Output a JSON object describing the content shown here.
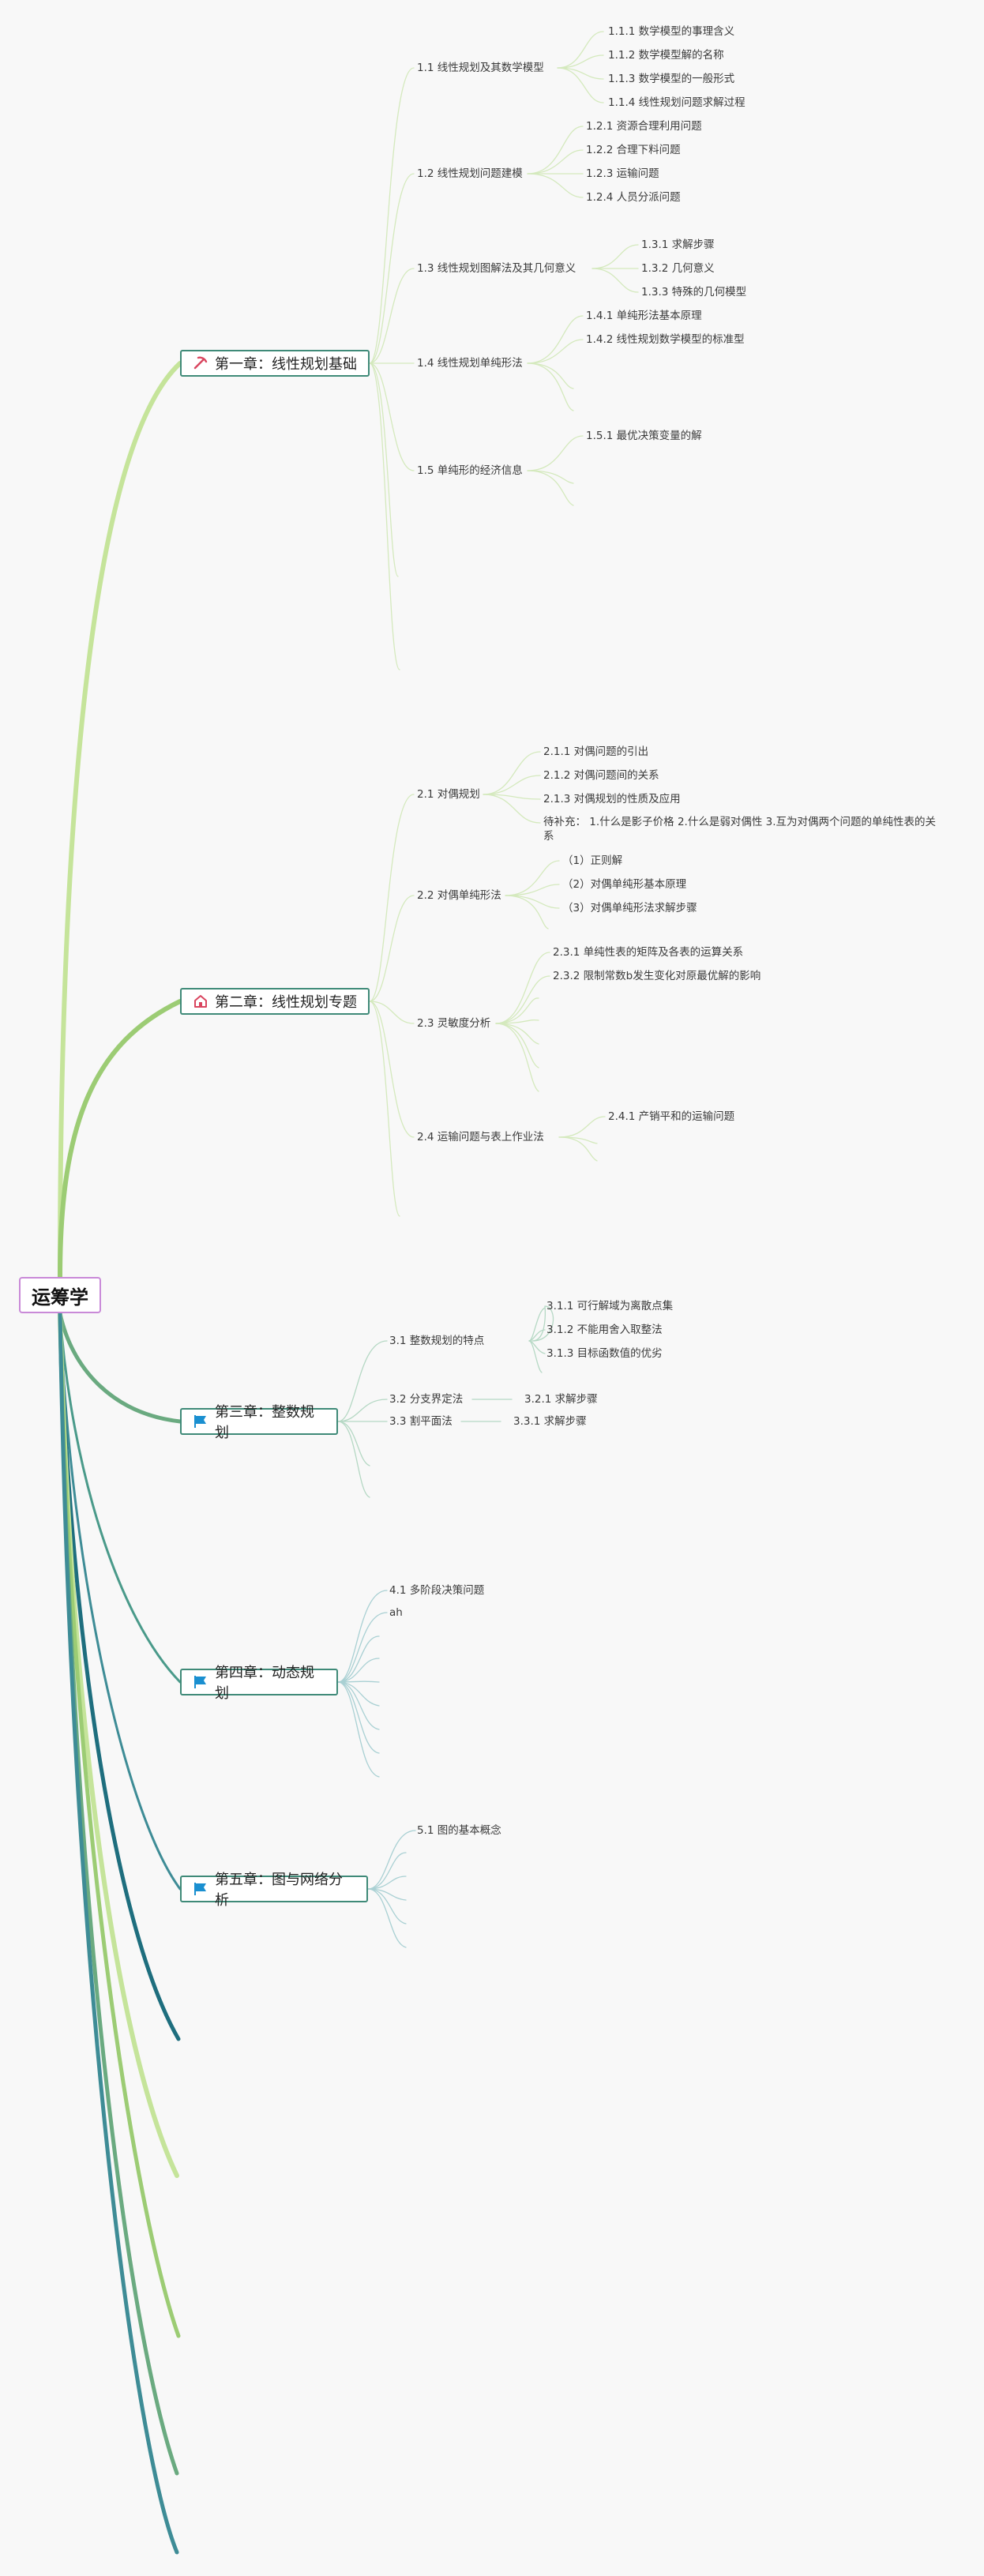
{
  "root": "运筹学",
  "chapters": [
    {
      "label": "第一章：线性规划基础",
      "icon": "pickaxe-icon",
      "sections": [
        {
          "label": "1.1 线性规划及其数学模型",
          "items": [
            "1.1.1 数学模型的事理含义",
            "1.1.2 数学模型解的名称",
            "1.1.3 数学模型的一般形式",
            "1.1.4 线性规划问题求解过程"
          ]
        },
        {
          "label": "1.2 线性规划问题建模",
          "items": [
            "1.2.1 资源合理利用问题",
            "1.2.2 合理下料问题",
            "1.2.3 运输问题",
            "1.2.4 人员分派问题"
          ]
        },
        {
          "label": "1.3 线性规划图解法及其几何意义",
          "items": [
            "1.3.1 求解步骤",
            "1.3.2 几何意义",
            "1.3.3 特殊的几何模型"
          ]
        },
        {
          "label": "1.4 线性规划单纯形法",
          "items": [
            "1.4.1 单纯形法基本原理",
            "1.4.2 线性规划数学模型的标准型"
          ]
        },
        {
          "label": "1.5 单纯形的经济信息",
          "items": [
            "1.5.1 最优决策变量的解"
          ]
        }
      ]
    },
    {
      "label": "第二章：线性规划专题",
      "icon": "home-icon",
      "sections": [
        {
          "label": "2.1 对偶规划",
          "items": [
            "2.1.1 对偶问题的引出",
            "2.1.2 对偶问题间的关系",
            "2.1.3 对偶规划的性质及应用"
          ],
          "note": "待补充： 1.什么是影子价格 2.什么是弱对偶性 3.互为对偶两个问题的单纯性表的关系"
        },
        {
          "label": "2.2 对偶单纯形法",
          "items": [
            "（1）正则解",
            "（2）对偶单纯形基本原理",
            "（3）对偶单纯形法求解步骤"
          ]
        },
        {
          "label": "2.3 灵敏度分析",
          "items": [
            "2.3.1 单纯性表的矩阵及各表的运算关系",
            "2.3.2 限制常数b发生变化对原最优解的影响"
          ]
        },
        {
          "label": "2.4 运输问题与表上作业法",
          "items": [
            "2.4.1 产销平和的运输问题"
          ]
        }
      ]
    },
    {
      "label": "第三章：整数规划",
      "icon": "flag-icon",
      "sections": [
        {
          "label": "3.1 整数规划的特点",
          "items": [
            "3.1.1 可行解域为离散点集",
            "3.1.2 不能用舍入取整法",
            "3.1.3 目标函数值的优劣"
          ]
        },
        {
          "label": "3.2 分支界定法",
          "items": [
            "3.2.1 求解步骤"
          ]
        },
        {
          "label": "3.3 割平面法",
          "items": [
            "3.3.1 求解步骤"
          ]
        }
      ]
    },
    {
      "label": "第四章：动态规划",
      "icon": "flag-icon",
      "sections": [
        {
          "label": "4.1 多阶段决策问题",
          "items": []
        },
        {
          "label": "ah",
          "items": []
        }
      ]
    },
    {
      "label": "第五章：图与网络分析",
      "icon": "flag-icon",
      "sections": [
        {
          "label": "5.1 图的基本概念",
          "items": []
        }
      ]
    }
  ]
}
